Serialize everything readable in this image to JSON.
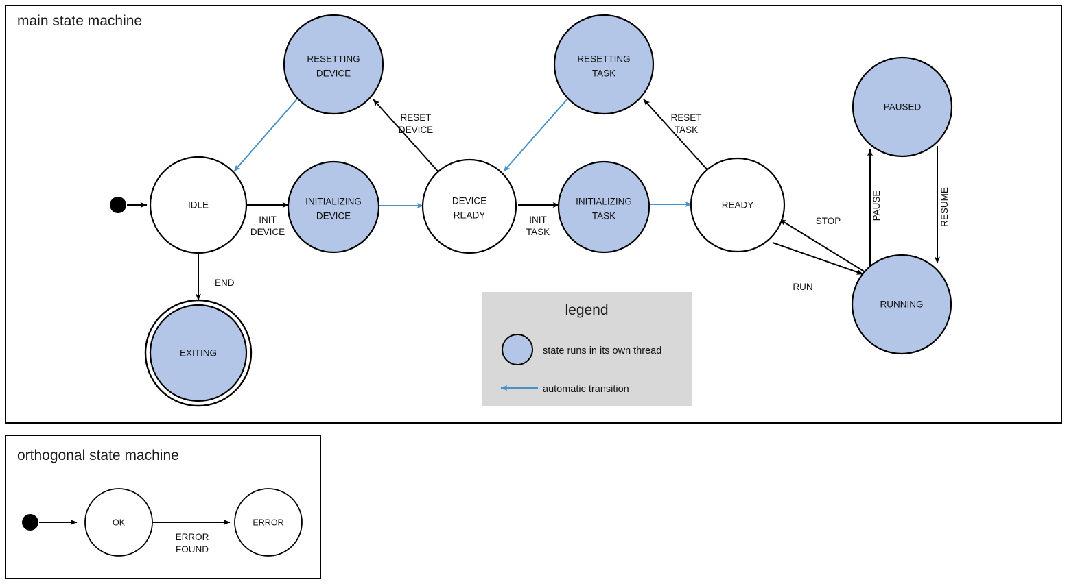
{
  "colors": {
    "thread_state_fill": "#b3c6e7",
    "plain_state_fill": "#ffffff",
    "stroke": "#000000",
    "auto_transition": "#4a90c8",
    "legend_background": "#d8d8d8",
    "canvas": "#ffffff"
  },
  "main": {
    "title": "main state machine",
    "states": [
      {
        "id": "idle",
        "label_line1": "IDLE",
        "label_line2": "",
        "threaded": false,
        "final": false
      },
      {
        "id": "resetting-device",
        "label_line1": "RESETTING",
        "label_line2": "DEVICE",
        "threaded": true,
        "final": false
      },
      {
        "id": "initializing-device",
        "label_line1": "INITIALIZING",
        "label_line2": "DEVICE",
        "threaded": true,
        "final": false
      },
      {
        "id": "device-ready",
        "label_line1": "DEVICE",
        "label_line2": "READY",
        "threaded": false,
        "final": false
      },
      {
        "id": "resetting-task",
        "label_line1": "RESETTING",
        "label_line2": "TASK",
        "threaded": true,
        "final": false
      },
      {
        "id": "initializing-task",
        "label_line1": "INITIALIZING",
        "label_line2": "TASK",
        "threaded": true,
        "final": false
      },
      {
        "id": "ready",
        "label_line1": "READY",
        "label_line2": "",
        "threaded": false,
        "final": false
      },
      {
        "id": "paused",
        "label_line1": "PAUSED",
        "label_line2": "",
        "threaded": true,
        "final": false
      },
      {
        "id": "running",
        "label_line1": "RUNNING",
        "label_line2": "",
        "threaded": true,
        "final": false
      },
      {
        "id": "exiting",
        "label_line1": "EXITING",
        "label_line2": "",
        "threaded": true,
        "final": true
      }
    ],
    "transitions": [
      {
        "from": "start",
        "to": "idle",
        "label_line1": "",
        "label_line2": "",
        "automatic": false
      },
      {
        "from": "idle",
        "to": "initializing-device",
        "label_line1": "INIT",
        "label_line2": "DEVICE",
        "automatic": false
      },
      {
        "from": "initializing-device",
        "to": "device-ready",
        "label_line1": "",
        "label_line2": "",
        "automatic": true
      },
      {
        "from": "device-ready",
        "to": "resetting-device",
        "label_line1": "RESET",
        "label_line2": "DEVICE",
        "automatic": false
      },
      {
        "from": "resetting-device",
        "to": "idle",
        "label_line1": "",
        "label_line2": "",
        "automatic": true
      },
      {
        "from": "idle",
        "to": "exiting",
        "label_line1": "END",
        "label_line2": "",
        "automatic": false
      },
      {
        "from": "device-ready",
        "to": "initializing-task",
        "label_line1": "INIT",
        "label_line2": "TASK",
        "automatic": false
      },
      {
        "from": "initializing-task",
        "to": "ready",
        "label_line1": "",
        "label_line2": "",
        "automatic": true
      },
      {
        "from": "ready",
        "to": "resetting-task",
        "label_line1": "RESET",
        "label_line2": "TASK",
        "automatic": false
      },
      {
        "from": "resetting-task",
        "to": "device-ready",
        "label_line1": "",
        "label_line2": "",
        "automatic": true
      },
      {
        "from": "ready",
        "to": "running",
        "label_line1": "RUN",
        "label_line2": "",
        "automatic": false
      },
      {
        "from": "running",
        "to": "ready",
        "label_line1": "STOP",
        "label_line2": "",
        "automatic": false
      },
      {
        "from": "running",
        "to": "paused",
        "label_line1": "PAUSE",
        "label_line2": "",
        "automatic": false
      },
      {
        "from": "paused",
        "to": "running",
        "label_line1": "RESUME",
        "label_line2": "",
        "automatic": false
      }
    ],
    "labels": {
      "init_device": "INIT",
      "init_device_2": "DEVICE",
      "reset_device": "RESET",
      "reset_device_2": "DEVICE",
      "init_task": "INIT",
      "init_task_2": "TASK",
      "reset_task": "RESET",
      "reset_task_2": "TASK",
      "end": "END",
      "run": "RUN",
      "stop": "STOP",
      "pause": "PAUSE",
      "resume": "RESUME"
    },
    "state_labels": {
      "idle": "IDLE",
      "resetting_device_1": "RESETTING",
      "resetting_device_2": "DEVICE",
      "initializing_device_1": "INITIALIZING",
      "initializing_device_2": "DEVICE",
      "device_ready_1": "DEVICE",
      "device_ready_2": "READY",
      "resetting_task_1": "RESETTING",
      "resetting_task_2": "TASK",
      "initializing_task_1": "INITIALIZING",
      "initializing_task_2": "TASK",
      "ready": "READY",
      "paused": "PAUSED",
      "running": "RUNNING",
      "exiting": "EXITING"
    }
  },
  "legend": {
    "title": "legend",
    "items": [
      {
        "symbol": "filled-circle",
        "text": "state runs in its own thread"
      },
      {
        "symbol": "blue-arrow",
        "text": "automatic transition"
      }
    ],
    "item1_text": "state runs in its own thread",
    "item2_text": "automatic transition"
  },
  "orthogonal": {
    "title": "orthogonal state machine",
    "states": [
      {
        "id": "ok",
        "label": "OK",
        "threaded": false
      },
      {
        "id": "error",
        "label": "ERROR",
        "threaded": false
      }
    ],
    "transitions": [
      {
        "from": "start",
        "to": "ok",
        "label_line1": "",
        "label_line2": ""
      },
      {
        "from": "ok",
        "to": "error",
        "label_line1": "ERROR",
        "label_line2": "FOUND"
      }
    ],
    "state_labels": {
      "ok": "OK",
      "error": "ERROR"
    },
    "labels": {
      "error_found_1": "ERROR",
      "error_found_2": "FOUND"
    }
  }
}
